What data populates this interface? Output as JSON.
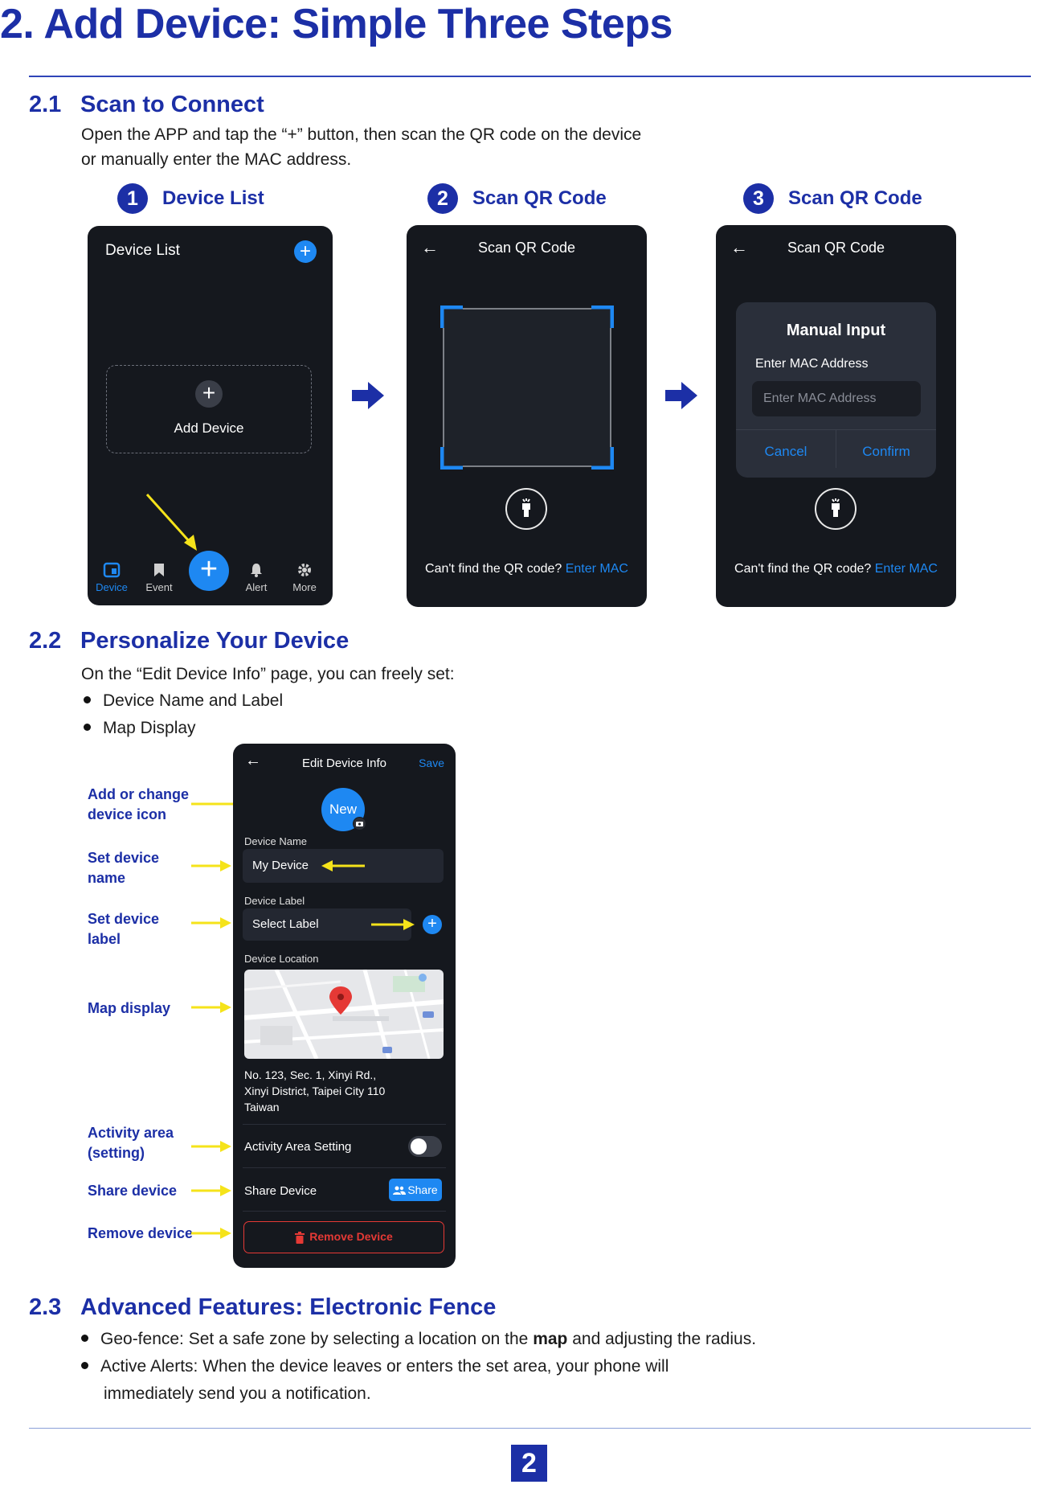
{
  "title": "2. Add Device: Simple Three Steps",
  "section1": {
    "num": "2.1",
    "heading": "Scan to Connect",
    "text_line1": "Open the APP and tap the “+” button, then scan the QR code on the device",
    "text_line2": "or manually enter the MAC address.",
    "steps": [
      {
        "num": "1",
        "label": "Device List"
      },
      {
        "num": "2",
        "label": "Scan QR Code"
      },
      {
        "num": "3",
        "label": "Scan QR Code"
      }
    ],
    "phone1": {
      "title": "Device List",
      "add_device": "Add Device",
      "nav": [
        "Device",
        "Event",
        "Alert",
        "More"
      ]
    },
    "phone2": {
      "title": "Scan QR Code",
      "hint": "Can't find the QR code?",
      "link": "Enter MAC"
    },
    "phone3": {
      "title": "Scan QR Code",
      "dialog_title": "Manual Input",
      "field_label": "Enter MAC Address",
      "field_placeholder": "Enter MAC Address",
      "cancel": "Cancel",
      "confirm": "Confirm",
      "hint": "Can't find the QR code?",
      "link": "Enter MAC"
    }
  },
  "section2": {
    "num": "2.2",
    "heading": "Personalize Your Device",
    "intro": "On the “Edit Device Info” page, you can freely set:",
    "bullets": [
      "Device Name and Label",
      "Map Display"
    ],
    "notes": {
      "icon_1": "Add or change",
      "icon_2": "device icon",
      "name_1": "Set device",
      "name_2": "name",
      "label_1": "Set device",
      "label_2": "label",
      "map": "Map display",
      "activity_1": "Activity area",
      "activity_2": "(setting)",
      "share": "Share device",
      "remove": "Remove device"
    },
    "phone": {
      "title": "Edit Device Info",
      "save": "Save",
      "avatar_text": "New",
      "device_name_label": "Device Name",
      "device_name_value": "My Device",
      "device_label_label": "Device Label",
      "device_label_value": "Select Label",
      "location_label": "Device Location",
      "address_1": "No. 123, Sec. 1, Xinyi Rd.,",
      "address_2": "Xinyi District, Taipei City 110",
      "address_3": "Taiwan",
      "activity_setting": "Activity Area Setting",
      "activity_enabled": false,
      "share_device": "Share Device",
      "share_button": "Share",
      "remove_button": "Remove Device"
    }
  },
  "section3": {
    "num": "2.3",
    "heading": "Advanced Features: Electronic Fence",
    "bullet1_pre": "Geo-fence: Set a safe zone by selecting a location on the ",
    "bullet1_bold": "map",
    "bullet1_post": " and adjusting the radius.",
    "bullet2_line1": "Active Alerts: When the device leaves or enters the set area, your phone will",
    "bullet2_line2": "immediately send you a notification."
  },
  "page_number": "2",
  "colors": {
    "heading_blue": "#1c2fa6",
    "phone_bg": "#15181e",
    "accent_blue": "#1e88f2",
    "arrow_yellow": "#f5e31a",
    "danger_red": "#e53935"
  }
}
